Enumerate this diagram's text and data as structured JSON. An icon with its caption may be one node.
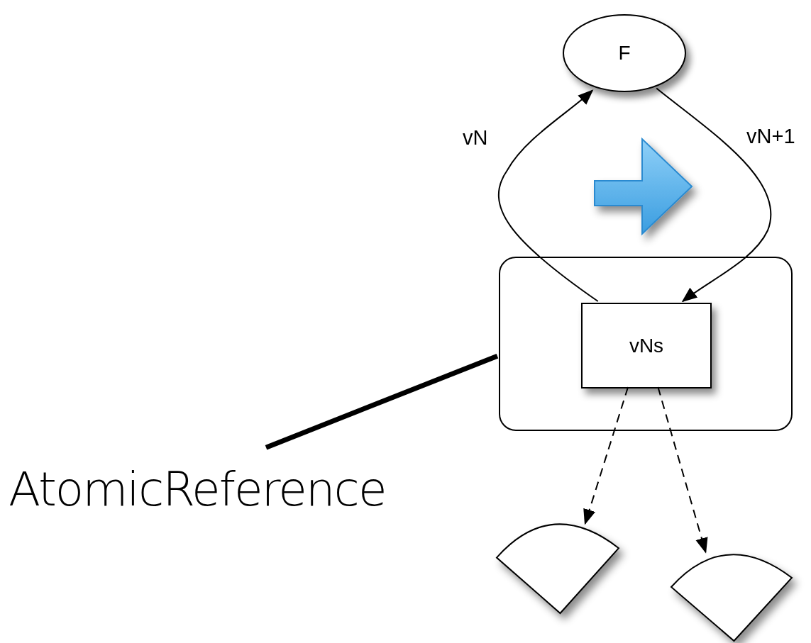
{
  "diagram": {
    "nodes": [
      {
        "text": [
          "F"
        ]
      },
      {
        "text": [],
        "shape": "box"
      },
      {
        "text": [
          "vNs"
        ],
        "in": 1
      },
      {
        "text": [
          "AtomicReference"
        ]
      },
      {
        "text": [],
        "shape": "sector"
      },
      {
        "text": [],
        "shape": "sector"
      }
    ],
    "edges": [
      {
        "from": 2,
        "to": 0,
        "arrow": "to",
        "label": "vN"
      },
      {
        "from": 0,
        "to": 2,
        "arrow": "to",
        "label": "vN+1"
      },
      {
        "from": 2,
        "to": 4,
        "arrow": "to",
        "style": "dashed"
      },
      {
        "from": 2,
        "to": 5,
        "arrow": "to",
        "style": "dashed"
      },
      {
        "from": 3,
        "to": 1,
        "arrow": "none",
        "style": "thick"
      }
    ]
  }
}
